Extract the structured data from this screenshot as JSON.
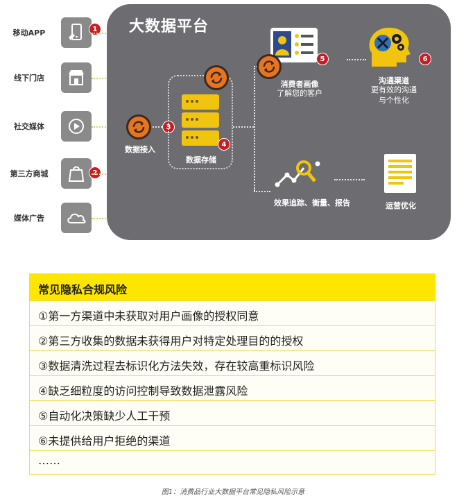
{
  "platform": {
    "title": "大数据平台"
  },
  "sources": [
    {
      "label": "移动APP",
      "icon": "mobile-app-icon",
      "badge": "1"
    },
    {
      "label": "线下门店",
      "icon": "storefront-icon",
      "badge": ""
    },
    {
      "label": "社交媒体",
      "icon": "social-media-icon",
      "badge": ""
    },
    {
      "label": "第三方商城",
      "icon": "shopping-bag-icon",
      "badge": "2"
    },
    {
      "label": "媒体广告",
      "icon": "cloud-icon",
      "badge": ""
    }
  ],
  "nodes": {
    "ingest": {
      "label": "数据接入",
      "badge": "3"
    },
    "storage": {
      "label": "数据存储",
      "badge": "4"
    },
    "profile": {
      "label": "消费者画像",
      "sub": "了解您的客户",
      "badge": "5"
    },
    "channel": {
      "label": "沟通渠道",
      "sub1": "更有效的沟通",
      "sub2": "与个性化",
      "badge": "6"
    },
    "tracking": {
      "label": "效果追踪、衡量、报告"
    },
    "ops": {
      "label": "运营优化"
    }
  },
  "risks": {
    "title": "常见隐私合规风险",
    "items": [
      "①第一方渠道中未获取对用户画像的授权同意",
      "②第三方收集的数据未获得用户对特定处理目的的授权",
      "③数据清洗过程去标识化方法失效，存在较高重标识风险",
      "④缺乏细粒度的访问控制导致数据泄露风险",
      "⑤自动化决策缺少人工干预",
      "⑥未提供给用户拒绝的渠道",
      "……"
    ]
  },
  "caption": "图1：消费品行业大数据平台常见隐私风险示意",
  "colors": {
    "platform": "#6d6c70",
    "accent": "#e8741e",
    "badge": "#c81d25",
    "highlight": "#ffe600",
    "db": "#f1c40f"
  }
}
